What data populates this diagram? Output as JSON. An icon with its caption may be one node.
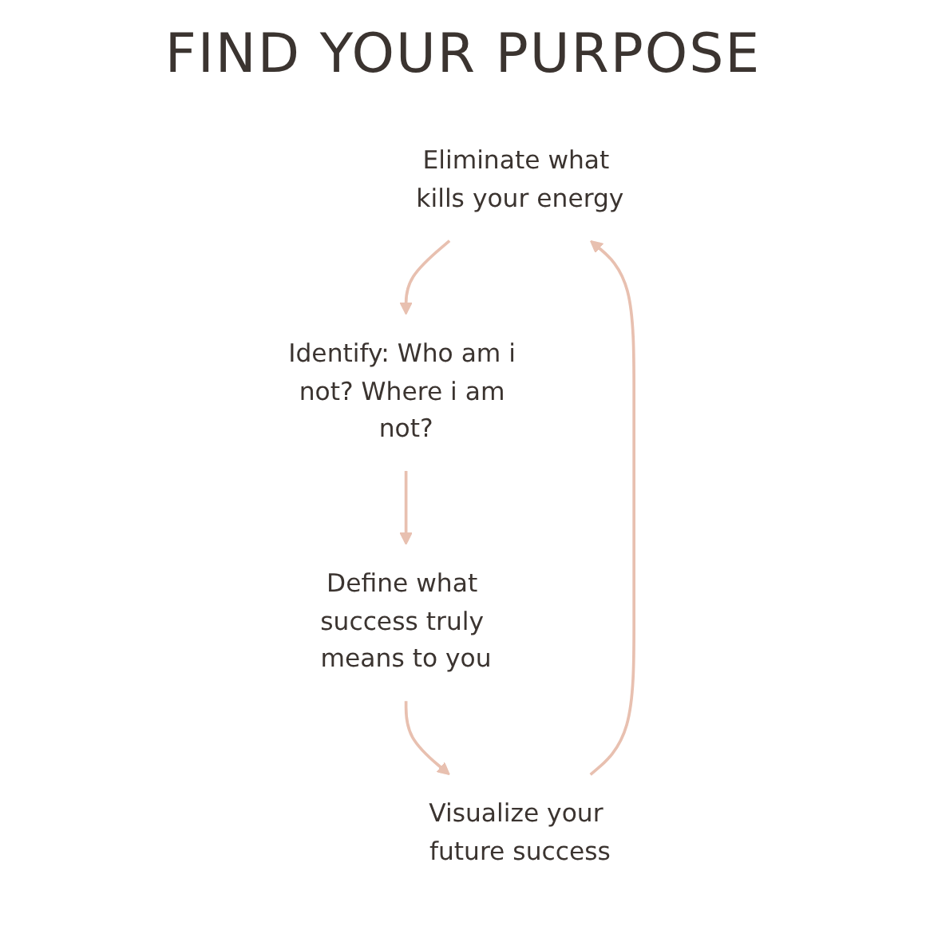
{
  "diagram": {
    "title": "FIND YOUR PURPOSE",
    "nodes": [
      {
        "text": [
          "Eliminate what kills your energy"
        ]
      },
      {
        "text": [
          "Identify: Who am i not? Where i am not?"
        ]
      },
      {
        "text": [
          "Define what success truly means to you"
        ]
      },
      {
        "text": [
          "Visualize your future success"
        ]
      }
    ],
    "edges": [
      {
        "from": 0,
        "to": 1,
        "arrow": "to"
      },
      {
        "from": 1,
        "to": 2,
        "arrow": "to"
      },
      {
        "from": 2,
        "to": 3,
        "arrow": "to"
      },
      {
        "from": 3,
        "to": 0,
        "arrow": "to"
      }
    ]
  }
}
